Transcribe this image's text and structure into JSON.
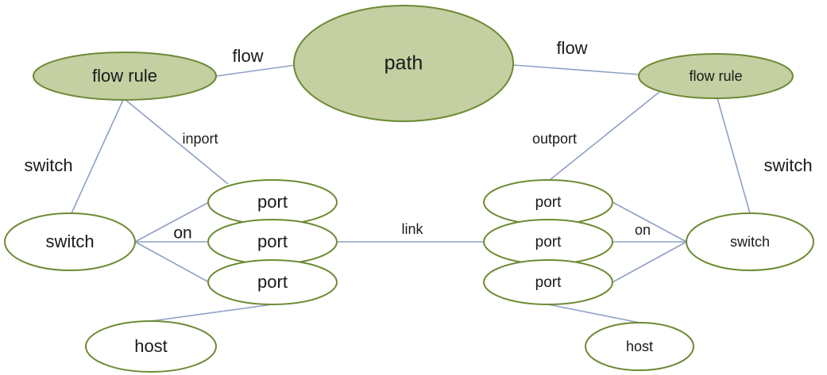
{
  "colors": {
    "filled_node": "#c4cfa2",
    "plain_node": "#ffffff",
    "node_border": "#6c8a33",
    "edge_line": "#8ea0c4",
    "text": "#1a1a1a"
  },
  "nodes": {
    "path": {
      "label": "path",
      "style": "filled"
    },
    "flow_rule_left": {
      "label": "flow rule",
      "style": "filled"
    },
    "flow_rule_right": {
      "label": "flow rule",
      "style": "filled"
    },
    "switch_left": {
      "label": "switch",
      "style": "plain"
    },
    "switch_right": {
      "label": "switch",
      "style": "plain"
    },
    "port_left_1": {
      "label": "port",
      "style": "plain"
    },
    "port_left_2": {
      "label": "port",
      "style": "plain"
    },
    "port_left_3": {
      "label": "port",
      "style": "plain"
    },
    "port_right_1": {
      "label": "port",
      "style": "plain"
    },
    "port_right_2": {
      "label": "port",
      "style": "plain"
    },
    "port_right_3": {
      "label": "port",
      "style": "plain"
    },
    "host_left": {
      "label": "host",
      "style": "plain"
    },
    "host_right": {
      "label": "host",
      "style": "plain"
    }
  },
  "edges": [
    {
      "from": "flow_rule_left",
      "to": "path",
      "label": "flow"
    },
    {
      "from": "path",
      "to": "flow_rule_right",
      "label": "flow"
    },
    {
      "from": "flow_rule_left",
      "to": "switch_left",
      "label": "switch"
    },
    {
      "from": "flow_rule_left",
      "to": "port_left_1",
      "label": "inport"
    },
    {
      "from": "flow_rule_right",
      "to": "port_right_1",
      "label": "outport"
    },
    {
      "from": "flow_rule_right",
      "to": "switch_right",
      "label": "switch"
    },
    {
      "from": "switch_left",
      "to": "port_left_1",
      "label": ""
    },
    {
      "from": "switch_left",
      "to": "port_left_2",
      "label": "on"
    },
    {
      "from": "switch_left",
      "to": "port_left_3",
      "label": ""
    },
    {
      "from": "port_left_2",
      "to": "port_right_2",
      "label": "link"
    },
    {
      "from": "switch_right",
      "to": "port_right_1",
      "label": ""
    },
    {
      "from": "switch_right",
      "to": "port_right_2",
      "label": "on"
    },
    {
      "from": "switch_right",
      "to": "port_right_3",
      "label": ""
    },
    {
      "from": "port_left_3",
      "to": "host_left",
      "label": ""
    },
    {
      "from": "port_right_3",
      "to": "host_right",
      "label": ""
    }
  ]
}
